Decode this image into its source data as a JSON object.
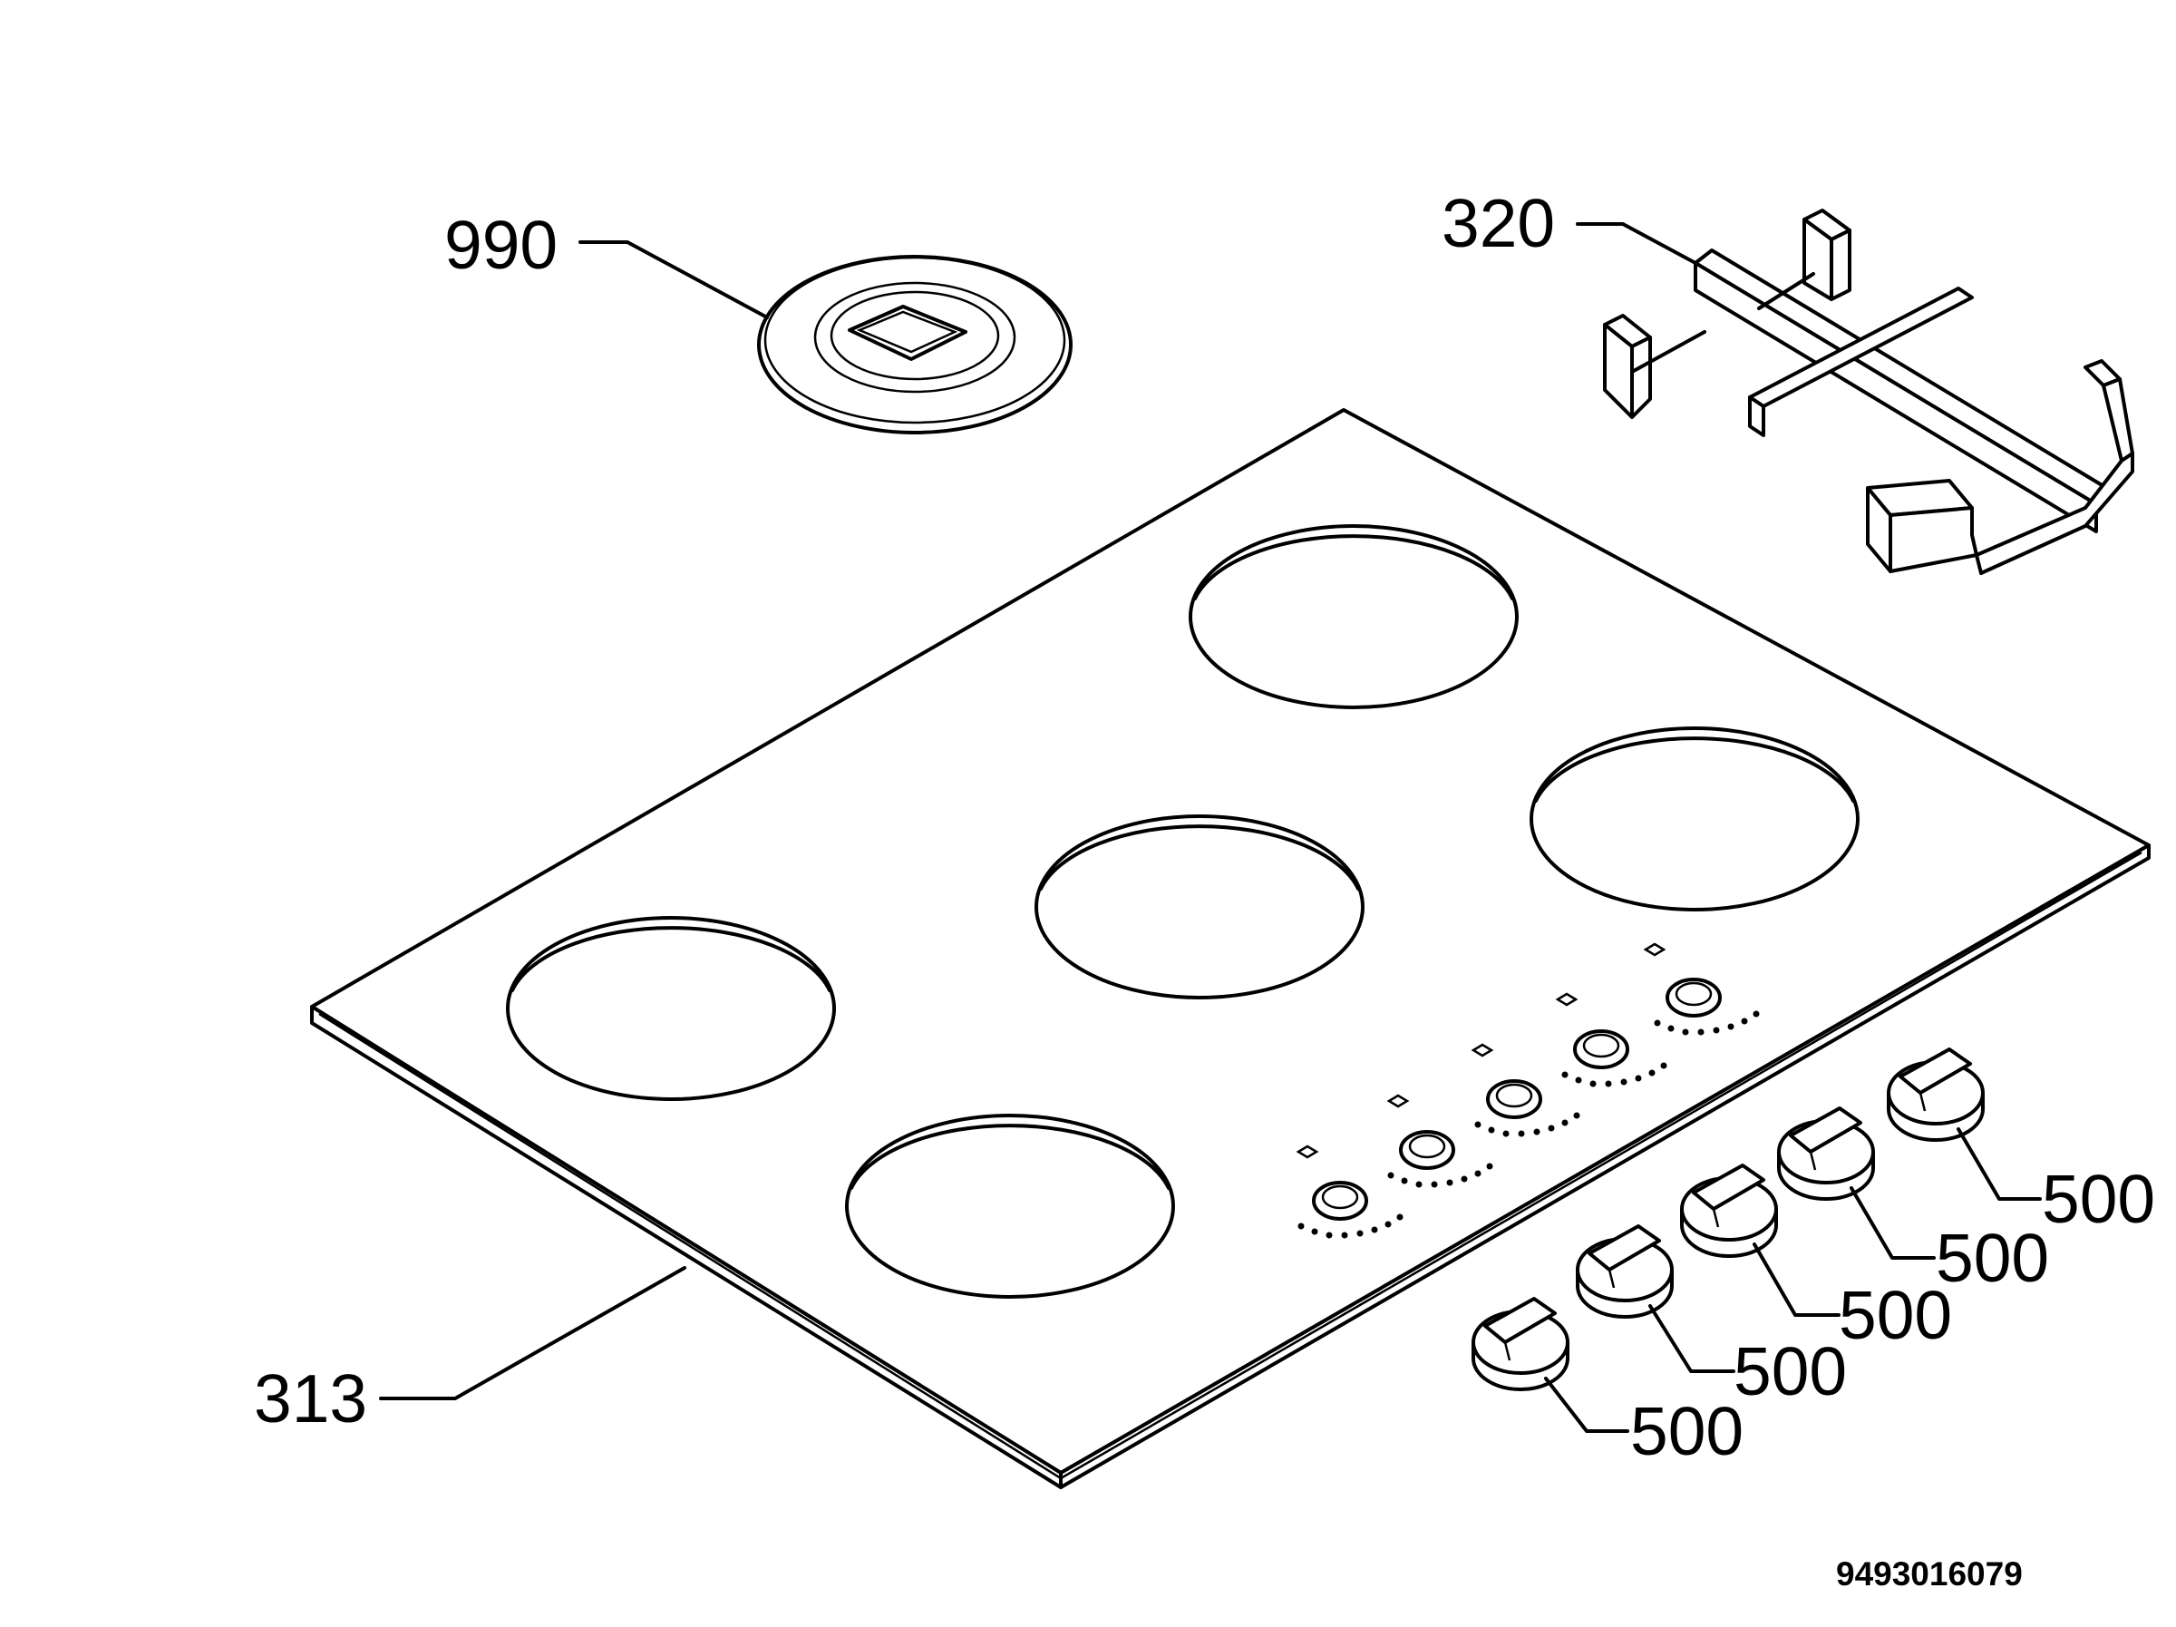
{
  "diagram": {
    "labels": {
      "grate_cover": "990",
      "pan_support": "320",
      "hob_top": "313",
      "knob_1": "500",
      "knob_2": "500",
      "knob_3": "500",
      "knob_4": "500",
      "knob_5": "500"
    },
    "document_number": "9493016079",
    "burner_count": 5,
    "knob_count": 5
  }
}
